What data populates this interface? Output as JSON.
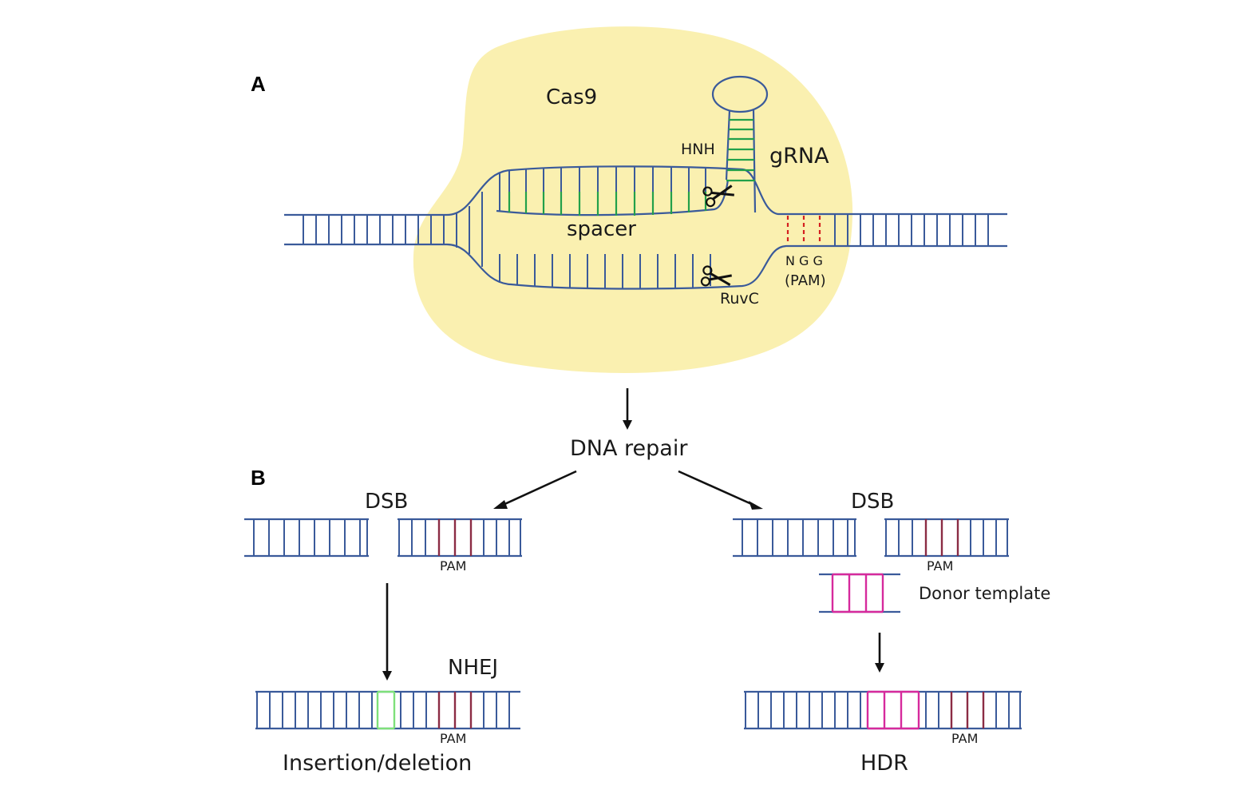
{
  "panels": {
    "a": "A",
    "b": "B"
  },
  "panel_a": {
    "protein": "Cas9",
    "guide": "gRNA",
    "hnh": "HNH",
    "ruvc": "RuvC",
    "spacer": "spacer",
    "pam_seq": "N G G",
    "pam": "(PAM)"
  },
  "repair_title": "DNA repair",
  "panel_b": {
    "left": {
      "dsb": "DSB",
      "pam": "PAM",
      "pathway": "NHEJ",
      "pam_result": "PAM",
      "outcome": "Insertion/deletion"
    },
    "right": {
      "dsb": "DSB",
      "pam": "PAM",
      "donor": "Donor template",
      "pam_result": "PAM",
      "outcome": "HDR"
    }
  },
  "colors": {
    "cas9_blob": "#faf0b0",
    "dna_strand": "#3a5a9a",
    "grna": "#22a04a",
    "pam_marks": "#d42020",
    "pam_bars": "#8b2c44",
    "donor": "#d62a9c",
    "insertion": "#7ee07a"
  },
  "icons": [
    "scissors-icon-hnh",
    "scissors-icon-ruvc",
    "arrow-down-icon",
    "arrow-diagonal-icon"
  ]
}
